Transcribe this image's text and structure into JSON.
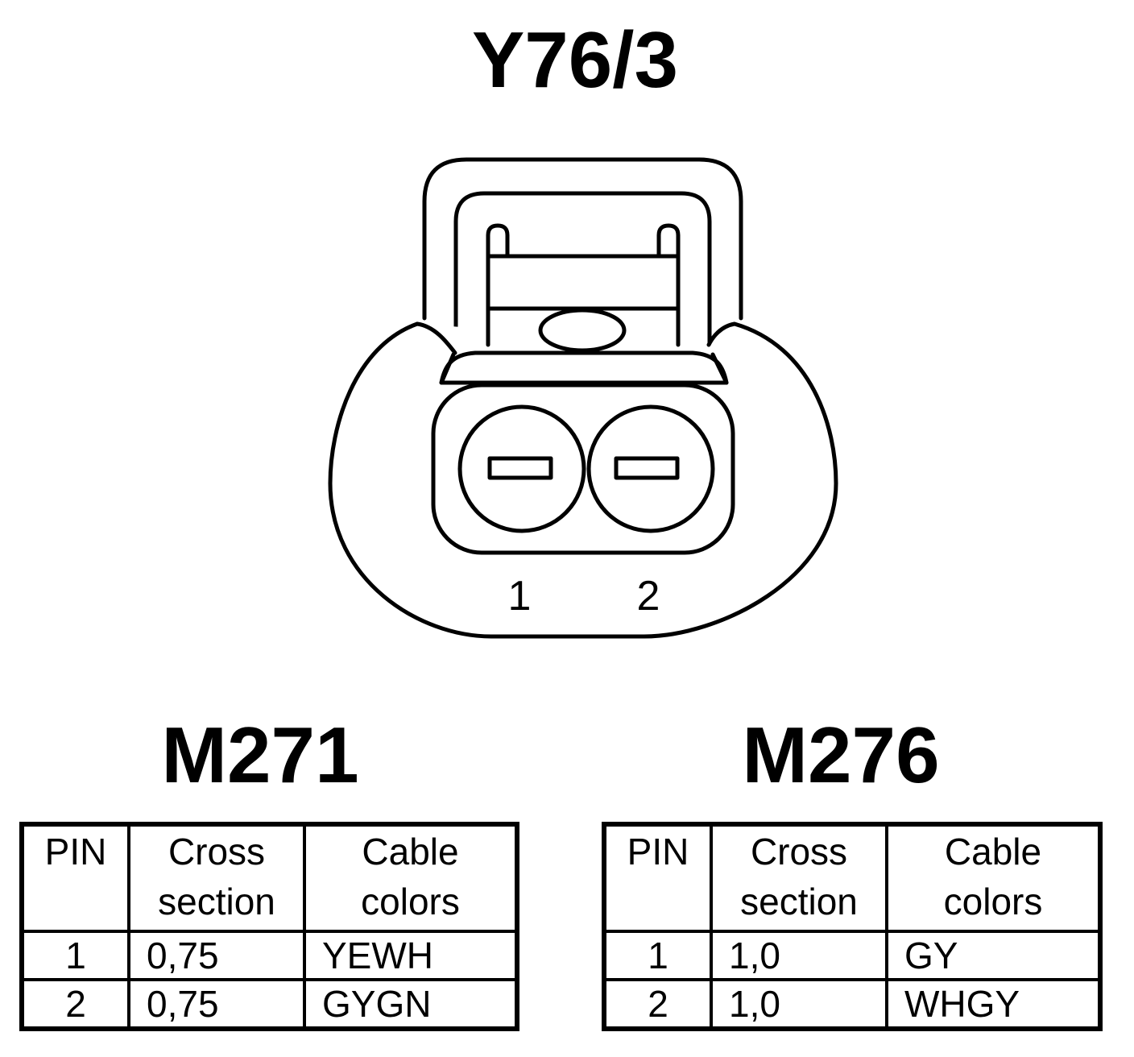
{
  "connector": {
    "title": "Y76/3",
    "pins": [
      "1",
      "2"
    ]
  },
  "tables": [
    {
      "engine": "M271",
      "headers": {
        "pin": "PIN",
        "cross_line1": "Cross",
        "cross_line2": "section",
        "colors_line1": "Cable",
        "colors_line2": "colors"
      },
      "rows": [
        {
          "pin": "1",
          "cross_section": "0,75",
          "cable_colors": "YEWH"
        },
        {
          "pin": "2",
          "cross_section": "0,75",
          "cable_colors": "GYGN"
        }
      ]
    },
    {
      "engine": "M276",
      "headers": {
        "pin": "PIN",
        "cross_line1": "Cross",
        "cross_line2": "section",
        "colors_line1": "Cable",
        "colors_line2": "colors"
      },
      "rows": [
        {
          "pin": "1",
          "cross_section": "1,0",
          "cable_colors": "GY"
        },
        {
          "pin": "2",
          "cross_section": "1,0",
          "cable_colors": "WHGY"
        }
      ]
    }
  ]
}
